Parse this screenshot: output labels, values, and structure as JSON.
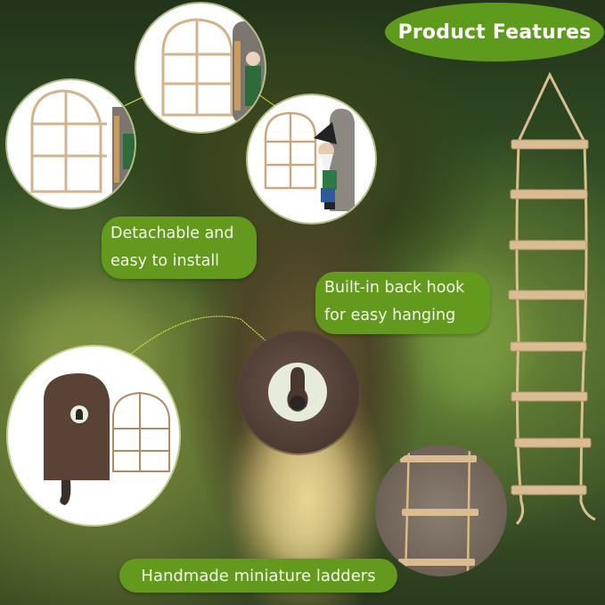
{
  "header": {
    "title": "Product Features"
  },
  "features": [
    {
      "id": "detachable",
      "lines": [
        "Detachable and",
        "easy to install"
      ]
    },
    {
      "id": "hook",
      "lines": [
        "Built-in back hook",
        "for easy hanging"
      ]
    },
    {
      "id": "ladders",
      "lines": [
        "Handmade miniature ladders"
      ]
    }
  ],
  "colors": {
    "label_green": "#63991c",
    "title_green": "#5e9a1c",
    "label_text": "#f3f6e8",
    "connector": "#d8e23a",
    "window_frame": "#d2b48c"
  },
  "images": [
    {
      "name": "window-with-gnome-left",
      "description": "arched window frame beside gnome door"
    },
    {
      "name": "window-with-gnome-top",
      "description": "arched window frame with gnome"
    },
    {
      "name": "gnome-peeking-window",
      "description": "gnome peeking through window"
    },
    {
      "name": "door-back-with-hook",
      "description": "back of door with keyhole hook"
    },
    {
      "name": "hook-closeup",
      "description": "keyhole hanging hook close-up"
    },
    {
      "name": "rope-ladder",
      "description": "rope ladder with 8 wooden rungs"
    },
    {
      "name": "ladder-on-tree",
      "description": "ladder on tree bark close-up"
    }
  ]
}
